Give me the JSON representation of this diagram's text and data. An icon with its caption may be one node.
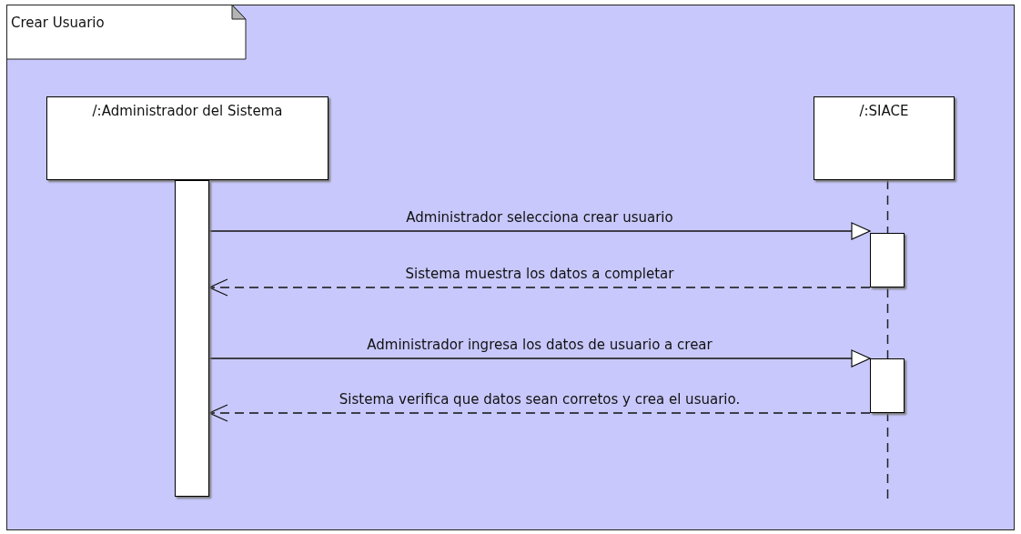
{
  "diagram": {
    "nodes": [
      {
        "text": [
          "Crear Usuario"
        ]
      },
      {
        "text": [
          "/:Administrador del Sistema"
        ],
        "in": 0
      },
      {
        "text": [
          "/:SIACE"
        ],
        "in": 0
      },
      {
        "text": [],
        "shape": "bar",
        "in": 0
      },
      {
        "text": [],
        "shape": "bar",
        "in": 0
      },
      {
        "text": [],
        "shape": "bar",
        "in": 0
      }
    ],
    "edges": [
      {
        "from": 3,
        "to": 4,
        "arrow": "to",
        "label": "Administrador selecciona crear usuario"
      },
      {
        "from": 4,
        "to": 3,
        "arrow": "to",
        "label": "Sistema muestra los datos a completar",
        "style": "dashed"
      },
      {
        "from": 3,
        "to": 5,
        "arrow": "to",
        "label": "Administrador ingresa los datos de usuario a crear"
      },
      {
        "from": 5,
        "to": 3,
        "arrow": "to",
        "label": "Sistema verifica que datos sean corretos y crea el usuario.",
        "style": "dashed"
      }
    ]
  }
}
